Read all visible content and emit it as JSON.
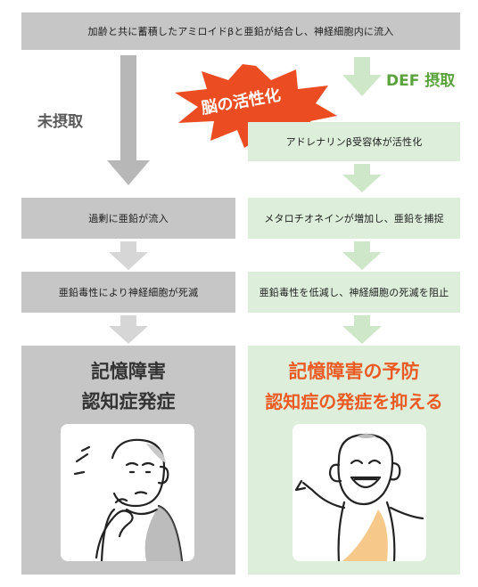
{
  "top_box": {
    "text": "加齢と共に蓄積したアミロイドβと亜鉛が結合し、神経細胞内に流入"
  },
  "left_column": {
    "label": "未摂取",
    "step1": "過剰に亜鉛が流入",
    "step2": "亜鉛毒性により神経細胞が死滅",
    "result_line1": "記憶障害",
    "result_line2": "認知症発症"
  },
  "right_column": {
    "label": "DEF 摂取",
    "burst_text": "脳の活性化",
    "step0": "アドレナリンβ受容体が活性化",
    "step1": "メタロチオネインが増加し、亜鉛を捕捉",
    "step2": "亜鉛毒性を低減し、神経細胞の死滅を阻止",
    "result_line1": "記憶障害の予防",
    "result_line2": "認知症の発症を抑える"
  },
  "colors": {
    "gray_box": "#c6c6c6",
    "gray_arrow": "#b7b7b7",
    "green_box": "#ddefdb",
    "green_label": "#5aa33c",
    "orange_accent": "#ec5a24",
    "burst_fill": "#ec4c22"
  },
  "icons": [
    "worried-man-illustration",
    "happy-man-illustration",
    "burst-badge"
  ]
}
